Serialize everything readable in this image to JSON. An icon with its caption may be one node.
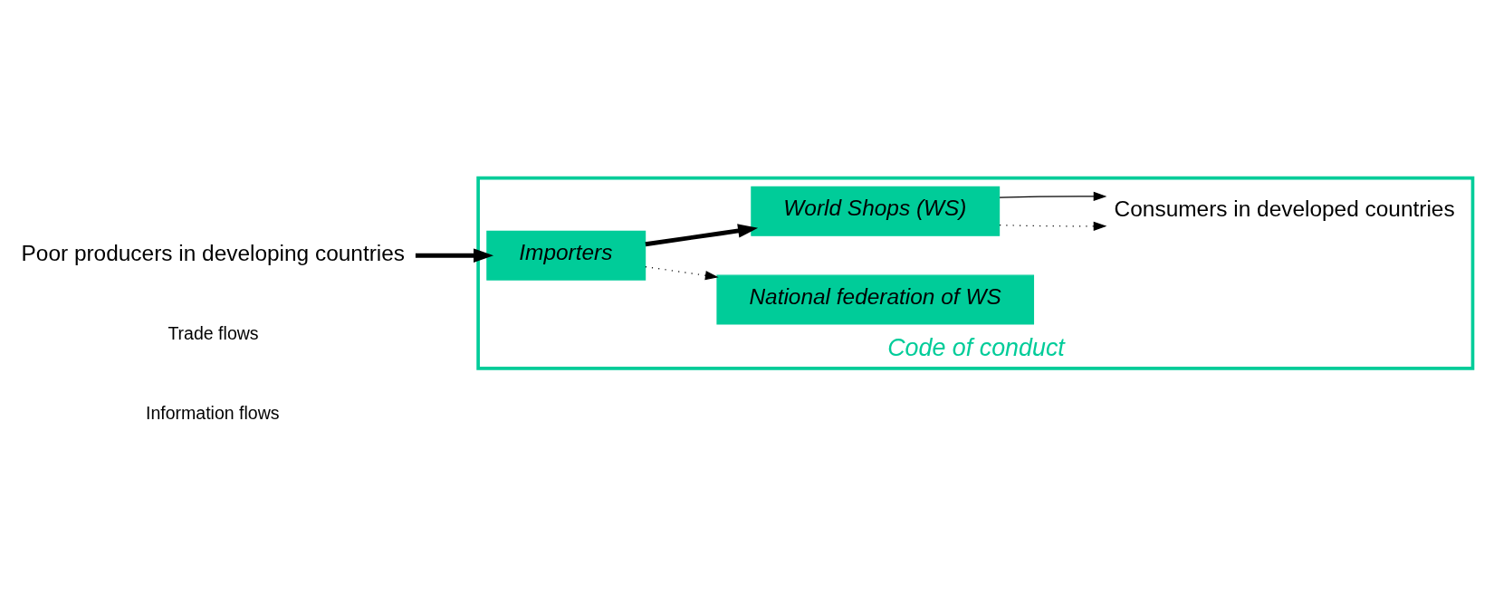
{
  "diagram": {
    "nodes": [
      {
        "text": [
          "Code of conduct"
        ]
      },
      {
        "text": [
          "National federation of WS"
        ],
        "in": 0
      },
      {
        "text": [
          "World Shops (WS)"
        ],
        "in": 0
      },
      {
        "text": [
          "Poor producers in developing countries"
        ]
      },
      {
        "text": [
          "Importers"
        ],
        "in": 0
      },
      {
        "text": [
          "Consumers in developed countries"
        ],
        "in": 0
      }
    ],
    "edges": [
      {
        "from": 3,
        "to": 4,
        "arrow": "to",
        "style": "thick"
      },
      {
        "from": 4,
        "to": 1,
        "arrow": "to",
        "style": "dashed"
      },
      {
        "from": 4,
        "to": 2,
        "arrow": "to",
        "style": "thick"
      },
      {
        "from": 2,
        "to": 5,
        "arrow": "to",
        "style": "dashed"
      },
      {
        "from": 2,
        "to": 5,
        "arrow": "to"
      }
    ],
    "legend": [
      {
        "text": "Trade flows"
      },
      {
        "text": "Information flows"
      }
    ]
  }
}
